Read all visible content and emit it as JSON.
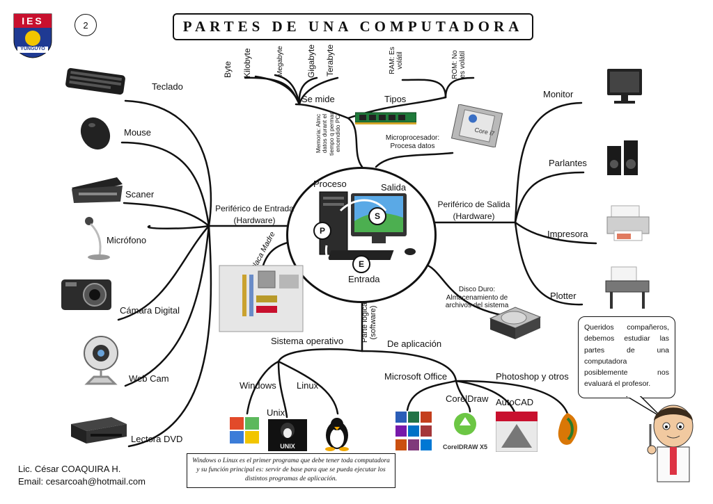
{
  "page_number": "2",
  "title": "PARTES DE UNA COMPUTADORA",
  "logo": {
    "text": "IES",
    "subtext": "YUNGUYO"
  },
  "center": {
    "proceso": "Proceso",
    "salida": "Salida",
    "entrada": "Entrada",
    "badge_p": "P",
    "badge_s": "S",
    "badge_e": "E"
  },
  "input_branch": {
    "label": "Periférico de Entrada (Hardware)",
    "items": [
      "Teclado",
      "Mouse",
      "Scaner",
      "Micrófono",
      "Cámara Digital",
      "Web Cam",
      "Lectora DVD"
    ]
  },
  "output_branch": {
    "label": "Periférico de Salida (Hardware)",
    "items": [
      "Monitor",
      "Parlantes",
      "Impresora",
      "Plotter"
    ]
  },
  "memory": {
    "label": "Memoria: Almc datos durant el tiempo q perman encendido PC",
    "se_mide": "Se mide",
    "tipos": "Tipos",
    "units": [
      "Byte",
      "Kilobyte",
      "Megabyte",
      "Gigabyte",
      "Terabyte"
    ],
    "ram": "RAM: Es volátil",
    "rom": "ROM: No es volátil"
  },
  "processor": "Microprocesador: Procesa datos",
  "placa_madre": "Placa Madre",
  "disco_duro": "Disco Duro: Almacenamiento de archivos del sistema",
  "software": {
    "label": "Parte lógica (software)",
    "os_label": "Sistema operativo",
    "apps_label": "De aplicación",
    "os": [
      "Windows",
      "Linux",
      "Unix"
    ],
    "apps": [
      "Microsoft Office",
      "Photoshop y otros",
      "CorelDraw",
      "AutoCAD"
    ]
  },
  "bubble": "Queridos compañeros, debemos estudiar las partes de una computadora posiblemente nos evaluará el profesor.",
  "note": "Windows o Linux es el primer programa que debe tener toda computadora y su función principal es: servir de base para que se pueda ejecutar los distintos programas de aplicación.",
  "author": {
    "name": "Lic. César COAQUIRA H.",
    "email": "Email: cesarcoah@hotmail.com"
  },
  "colors": {
    "line": "#111111",
    "logo_red": "#c8102e",
    "logo_blue": "#1f3a93",
    "logo_yellow": "#f2c500"
  }
}
